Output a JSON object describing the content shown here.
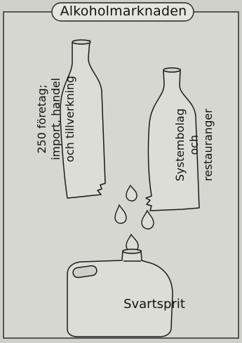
{
  "title": "Alkoholmarknaden",
  "bottle_left": {
    "lines": [
      "250 företag;",
      "import, handel",
      "och tillverkning"
    ],
    "icon": "bottle-icon"
  },
  "bottle_right": {
    "lines": [
      "Systembolag",
      "och",
      "restauranger"
    ],
    "icon": "bottle-icon"
  },
  "canister": {
    "label": "Svartsprit",
    "icon": "canister-icon"
  },
  "drops": {
    "icon": "drop-icon",
    "count": 4
  },
  "colors": {
    "background": "#cfd0c9",
    "panel": "#d9dad3",
    "ink": "#111111"
  }
}
